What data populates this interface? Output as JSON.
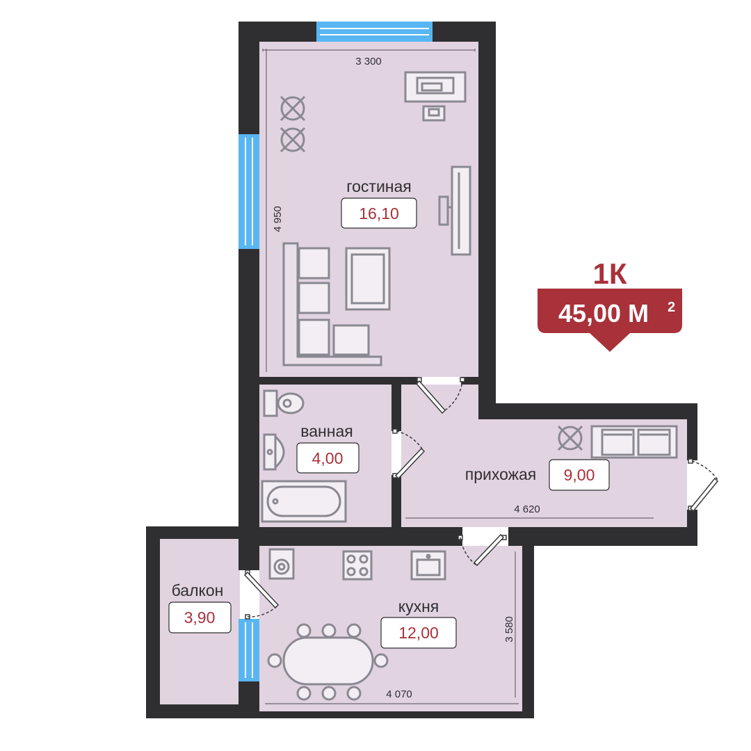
{
  "apartment": {
    "type": "1К",
    "total_area": "45,00 М",
    "area_unit_sup": "2",
    "accent_color": "#a8313a"
  },
  "rooms": {
    "living": {
      "name": "гостиная",
      "area": "16,10",
      "width_dim": "3 300",
      "length_dim": "4 950"
    },
    "bathroom": {
      "name": "ванная",
      "area": "4,00"
    },
    "hallway": {
      "name": "прихожая",
      "area": "9,00",
      "width_dim": "4 620"
    },
    "kitchen": {
      "name": "кухня",
      "area": "12,00",
      "width_dim": "4 070",
      "length_dim": "3 580"
    },
    "balcony": {
      "name": "балкон",
      "area": "3,90"
    }
  },
  "colors": {
    "room_fill": "#e2d3e1",
    "wall": "#2f2f31",
    "window": "#58b6f2"
  }
}
